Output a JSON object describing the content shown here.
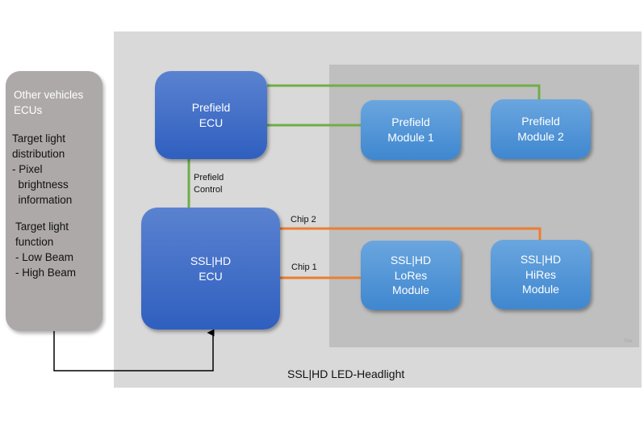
{
  "left_panel": {
    "title_lines": [
      "Other vehicles",
      "ECUs"
    ],
    "distribution_lines": [
      "Target light",
      "distribution",
      "- Pixel",
      "  brightness",
      "  information"
    ],
    "function_lines": [
      "Target light",
      "function",
      "- Low Beam",
      "- High Beam"
    ]
  },
  "headlight": {
    "caption": "SSL|HD LED-Headlight",
    "copyright": "©tw"
  },
  "prefield_ecu": {
    "lines": [
      "Prefield",
      "ECU"
    ]
  },
  "ssl_ecu": {
    "lines": [
      "SSL|HD",
      "ECU"
    ]
  },
  "modules": {
    "prefield_1": {
      "lines": [
        "Prefield",
        "Module 1"
      ]
    },
    "prefield_2": {
      "lines": [
        "Prefield",
        "Module 2"
      ]
    },
    "lores": {
      "lines": [
        "SSL|HD",
        "LoRes",
        "Module"
      ]
    },
    "hires": {
      "lines": [
        "SSL|HD",
        "HiRes",
        "Module"
      ]
    }
  },
  "connections": {
    "prefield_control": [
      "Prefield",
      "Control"
    ],
    "chip1": "Chip 1",
    "chip2": "Chip 2"
  },
  "colors": {
    "prefield_link": "#70ad47",
    "chip_link": "#ed7d31",
    "signal_link": "#000000"
  }
}
